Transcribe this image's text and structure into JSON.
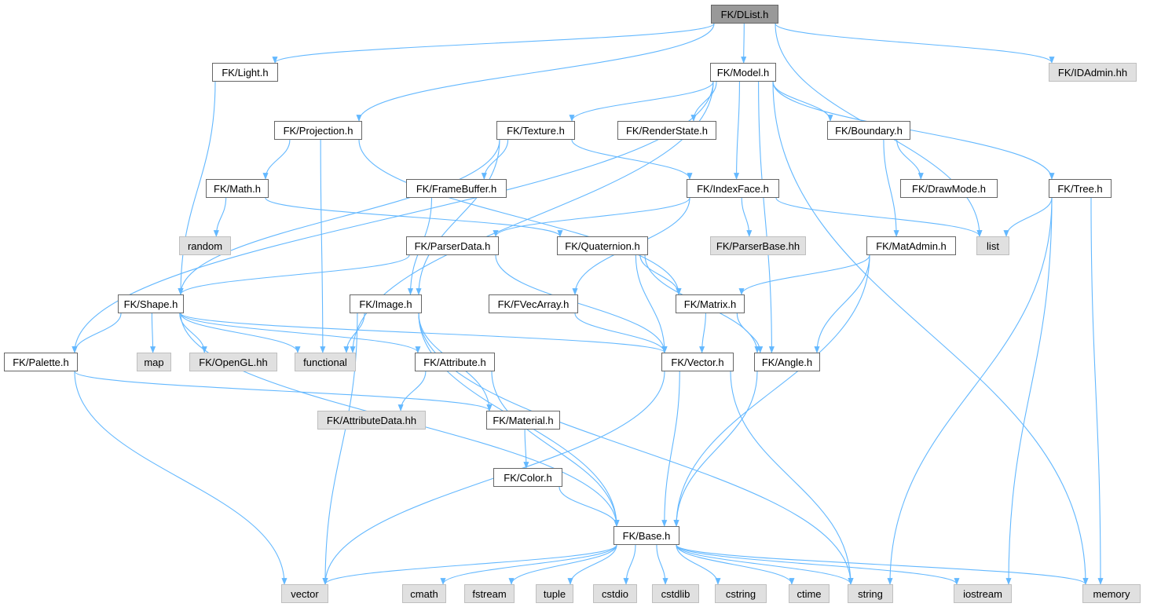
{
  "colors": {
    "edge": "#63b8ff",
    "root_fill": "#999999",
    "external_fill": "#e0e0e0",
    "node_border": "#666666"
  },
  "nodes": [
    {
      "id": "dlist",
      "label": "FK/DList.h",
      "kind": "root"
    },
    {
      "id": "light",
      "label": "FK/Light.h",
      "kind": "file"
    },
    {
      "id": "model",
      "label": "FK/Model.h",
      "kind": "file"
    },
    {
      "id": "idadmin",
      "label": "FK/IDAdmin.hh",
      "kind": "external"
    },
    {
      "id": "projection",
      "label": "FK/Projection.h",
      "kind": "file"
    },
    {
      "id": "texture",
      "label": "FK/Texture.h",
      "kind": "file"
    },
    {
      "id": "renderstate",
      "label": "FK/RenderState.h",
      "kind": "file"
    },
    {
      "id": "boundary",
      "label": "FK/Boundary.h",
      "kind": "file"
    },
    {
      "id": "math",
      "label": "FK/Math.h",
      "kind": "file"
    },
    {
      "id": "framebuffer",
      "label": "FK/FrameBuffer.h",
      "kind": "file"
    },
    {
      "id": "indexface",
      "label": "FK/IndexFace.h",
      "kind": "file"
    },
    {
      "id": "drawmode",
      "label": "FK/DrawMode.h",
      "kind": "file"
    },
    {
      "id": "tree",
      "label": "FK/Tree.h",
      "kind": "file"
    },
    {
      "id": "random",
      "label": "random",
      "kind": "external"
    },
    {
      "id": "parserdata",
      "label": "FK/ParserData.h",
      "kind": "file"
    },
    {
      "id": "quaternion",
      "label": "FK/Quaternion.h",
      "kind": "file"
    },
    {
      "id": "parserbase",
      "label": "FK/ParserBase.hh",
      "kind": "external"
    },
    {
      "id": "matadmin",
      "label": "FK/MatAdmin.h",
      "kind": "file"
    },
    {
      "id": "list",
      "label": "list",
      "kind": "external"
    },
    {
      "id": "shape",
      "label": "FK/Shape.h",
      "kind": "file"
    },
    {
      "id": "image",
      "label": "FK/Image.h",
      "kind": "file"
    },
    {
      "id": "fvecarray",
      "label": "FK/FVecArray.h",
      "kind": "file"
    },
    {
      "id": "matrix",
      "label": "FK/Matrix.h",
      "kind": "file"
    },
    {
      "id": "palette",
      "label": "FK/Palette.h",
      "kind": "file"
    },
    {
      "id": "map",
      "label": "map",
      "kind": "external"
    },
    {
      "id": "opengl",
      "label": "FK/OpenGL.hh",
      "kind": "external"
    },
    {
      "id": "functional",
      "label": "functional",
      "kind": "external"
    },
    {
      "id": "attribute",
      "label": "FK/Attribute.h",
      "kind": "file"
    },
    {
      "id": "vector_h",
      "label": "FK/Vector.h",
      "kind": "file"
    },
    {
      "id": "angle",
      "label": "FK/Angle.h",
      "kind": "file"
    },
    {
      "id": "attributedata",
      "label": "FK/AttributeData.hh",
      "kind": "external"
    },
    {
      "id": "material",
      "label": "FK/Material.h",
      "kind": "file"
    },
    {
      "id": "color",
      "label": "FK/Color.h",
      "kind": "file"
    },
    {
      "id": "base",
      "label": "FK/Base.h",
      "kind": "file"
    },
    {
      "id": "vector",
      "label": "vector",
      "kind": "external"
    },
    {
      "id": "cmath",
      "label": "cmath",
      "kind": "external"
    },
    {
      "id": "fstream",
      "label": "fstream",
      "kind": "external"
    },
    {
      "id": "tuple",
      "label": "tuple",
      "kind": "external"
    },
    {
      "id": "cstdio",
      "label": "cstdio",
      "kind": "external"
    },
    {
      "id": "cstdlib",
      "label": "cstdlib",
      "kind": "external"
    },
    {
      "id": "cstring",
      "label": "cstring",
      "kind": "external"
    },
    {
      "id": "ctime",
      "label": "ctime",
      "kind": "external"
    },
    {
      "id": "string",
      "label": "string",
      "kind": "external"
    },
    {
      "id": "iostream",
      "label": "iostream",
      "kind": "external"
    },
    {
      "id": "memory",
      "label": "memory",
      "kind": "external"
    }
  ],
  "edges": [
    [
      "dlist",
      "light"
    ],
    [
      "dlist",
      "model"
    ],
    [
      "dlist",
      "idadmin"
    ],
    [
      "dlist",
      "projection"
    ],
    [
      "dlist",
      "list"
    ],
    [
      "light",
      "shape"
    ],
    [
      "model",
      "palette"
    ],
    [
      "model",
      "functional"
    ],
    [
      "model",
      "texture"
    ],
    [
      "model",
      "renderstate"
    ],
    [
      "model",
      "boundary"
    ],
    [
      "model",
      "indexface"
    ],
    [
      "model",
      "angle"
    ],
    [
      "model",
      "tree"
    ],
    [
      "model",
      "memory"
    ],
    [
      "projection",
      "math"
    ],
    [
      "projection",
      "functional"
    ],
    [
      "projection",
      "matrix"
    ],
    [
      "texture",
      "shape"
    ],
    [
      "texture",
      "framebuffer"
    ],
    [
      "texture",
      "indexface"
    ],
    [
      "texture",
      "image"
    ],
    [
      "boundary",
      "drawmode"
    ],
    [
      "boundary",
      "matadmin"
    ],
    [
      "math",
      "random"
    ],
    [
      "math",
      "quaternion"
    ],
    [
      "framebuffer",
      "image"
    ],
    [
      "indexface",
      "parserdata"
    ],
    [
      "indexface",
      "fvecarray"
    ],
    [
      "indexface",
      "parserbase"
    ],
    [
      "indexface",
      "list"
    ],
    [
      "tree",
      "list"
    ],
    [
      "tree",
      "string"
    ],
    [
      "tree",
      "iostream"
    ],
    [
      "tree",
      "memory"
    ],
    [
      "parserdata",
      "shape"
    ],
    [
      "parserdata",
      "vector_h"
    ],
    [
      "quaternion",
      "matrix"
    ],
    [
      "quaternion",
      "vector_h"
    ],
    [
      "quaternion",
      "angle"
    ],
    [
      "matadmin",
      "matrix"
    ],
    [
      "matadmin",
      "angle"
    ],
    [
      "matadmin",
      "base"
    ],
    [
      "shape",
      "palette"
    ],
    [
      "shape",
      "map"
    ],
    [
      "shape",
      "opengl"
    ],
    [
      "shape",
      "functional"
    ],
    [
      "shape",
      "attribute"
    ],
    [
      "shape",
      "vector_h"
    ],
    [
      "shape",
      "base"
    ],
    [
      "image",
      "functional"
    ],
    [
      "image",
      "vector"
    ],
    [
      "image",
      "material"
    ],
    [
      "image",
      "base"
    ],
    [
      "image",
      "string"
    ],
    [
      "fvecarray",
      "vector_h"
    ],
    [
      "matrix",
      "vector_h"
    ],
    [
      "matrix",
      "angle"
    ],
    [
      "palette",
      "material"
    ],
    [
      "palette",
      "vector"
    ],
    [
      "attribute",
      "attributedata"
    ],
    [
      "attribute",
      "base"
    ],
    [
      "vector_h",
      "vector"
    ],
    [
      "vector_h",
      "base"
    ],
    [
      "vector_h",
      "string"
    ],
    [
      "angle",
      "base"
    ],
    [
      "material",
      "color"
    ],
    [
      "color",
      "base"
    ],
    [
      "base",
      "vector"
    ],
    [
      "base",
      "cmath"
    ],
    [
      "base",
      "fstream"
    ],
    [
      "base",
      "tuple"
    ],
    [
      "base",
      "cstdio"
    ],
    [
      "base",
      "cstdlib"
    ],
    [
      "base",
      "cstring"
    ],
    [
      "base",
      "ctime"
    ],
    [
      "base",
      "string"
    ],
    [
      "base",
      "iostream"
    ],
    [
      "base",
      "memory"
    ]
  ]
}
